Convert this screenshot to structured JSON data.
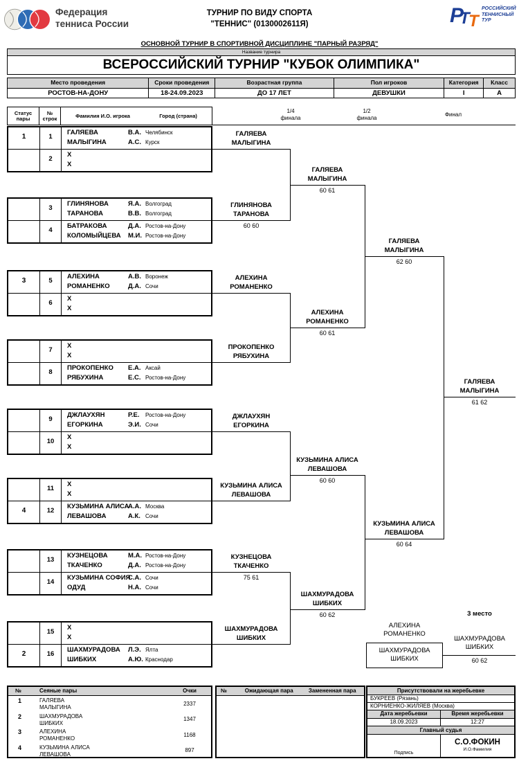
{
  "header": {
    "federation_line1": "Федерация",
    "federation_line2": "тенниса России",
    "center_line1": "ТУРНИР ПО ВИДУ СПОРТА",
    "center_line2": "\"ТЕННИС\" (0130002611Я)",
    "rtt": {
      "p": "Р",
      "t1": "Т",
      "t2": "Т",
      "line1": "РОССИЙСКИЙ",
      "line2": "ТЕННИСНЫЙ",
      "line3": "ТУР"
    },
    "subtitle": "ОСНОВНОЙ ТУРНИР В СПОРТИВНОЙ ДИСЦИПЛИНЕ \"ПАРНЫЙ РАЗРЯД\"",
    "title_label": "Название турнира",
    "title": "ВСЕРОССИЙСКИЙ ТУРНИР \"КУБОК ОЛИМПИКА\""
  },
  "info": {
    "headers": [
      "Место проведения",
      "Сроки проведения",
      "Возрастная группа",
      "Пол игроков",
      "Категория",
      "Класс"
    ],
    "values": [
      "РОСТОВ-НА-ДОНУ",
      "18-24.09.2023",
      "ДО 17 ЛЕТ",
      "ДЕВУШКИ",
      "I",
      "А"
    ]
  },
  "bracket": {
    "header": {
      "status_l1": "Статус",
      "status_l2": "пары",
      "num_l1": "№",
      "num_l2": "строк",
      "name_label": "Фамилия И.О. игрока",
      "city_label": "Город (страна)"
    },
    "rounds": [
      {
        "l1": "1/4",
        "l2": "финала"
      },
      {
        "l1": "1/2",
        "l2": "финала"
      },
      {
        "l1": "Финал",
        "l2": ""
      }
    ],
    "boxes": [
      {
        "rows": [
          {
            "status": "1",
            "num": "1",
            "lines": [
              {
                "name": "ГАЛЯЕВА",
                "ini": "В.А.",
                "city": "Челябинск"
              },
              {
                "name": "МАЛЫГИНА",
                "ini": "А.С.",
                "city": "Курск"
              }
            ]
          },
          {
            "status": "",
            "num": "2",
            "lines": [
              {
                "name": "X",
                "ini": "",
                "city": ""
              },
              {
                "name": "X",
                "ini": "",
                "city": ""
              }
            ]
          }
        ]
      },
      {
        "rows": [
          {
            "status": "",
            "num": "3",
            "lines": [
              {
                "name": "ГЛИНЯНОВА",
                "ini": "Я.А.",
                "city": "Волгоград"
              },
              {
                "name": "ТАРАНОВА",
                "ini": "В.В.",
                "city": "Волгоград"
              }
            ]
          },
          {
            "status": "",
            "num": "4",
            "lines": [
              {
                "name": "БАТРАКОВА",
                "ini": "Д.А.",
                "city": "Ростов-на-Дону"
              },
              {
                "name": "КОЛОМЫЙЦЕВА",
                "ini": "М.И.",
                "city": "Ростов-на-Дону"
              }
            ]
          }
        ]
      },
      {
        "rows": [
          {
            "status": "3",
            "num": "5",
            "lines": [
              {
                "name": "АЛЕХИНА",
                "ini": "А.В.",
                "city": "Воронеж"
              },
              {
                "name": "РОМАНЕНКО",
                "ini": "Д.А.",
                "city": "Сочи"
              }
            ]
          },
          {
            "status": "",
            "num": "6",
            "lines": [
              {
                "name": "X",
                "ini": "",
                "city": ""
              },
              {
                "name": "X",
                "ini": "",
                "city": ""
              }
            ]
          }
        ]
      },
      {
        "rows": [
          {
            "status": "",
            "num": "7",
            "lines": [
              {
                "name": "X",
                "ini": "",
                "city": ""
              },
              {
                "name": "X",
                "ini": "",
                "city": ""
              }
            ]
          },
          {
            "status": "",
            "num": "8",
            "lines": [
              {
                "name": "ПРОКОПЕНКО",
                "ini": "Е.А.",
                "city": "Аксай"
              },
              {
                "name": "РЯБУХИНА",
                "ini": "Е.С.",
                "city": "Ростов-на-Дону"
              }
            ]
          }
        ]
      },
      {
        "rows": [
          {
            "status": "",
            "num": "9",
            "lines": [
              {
                "name": "ДЖЛАУХЯН",
                "ini": "Р.Е.",
                "city": "Ростов-на-Дону"
              },
              {
                "name": "ЕГОРКИНА",
                "ini": "Э.И.",
                "city": "Сочи"
              }
            ]
          },
          {
            "status": "",
            "num": "10",
            "lines": [
              {
                "name": "X",
                "ini": "",
                "city": ""
              },
              {
                "name": "X",
                "ini": "",
                "city": ""
              }
            ]
          }
        ]
      },
      {
        "rows": [
          {
            "status": "",
            "num": "11",
            "lines": [
              {
                "name": "X",
                "ini": "",
                "city": ""
              },
              {
                "name": "X",
                "ini": "",
                "city": ""
              }
            ]
          },
          {
            "status": "4",
            "num": "12",
            "lines": [
              {
                "name": "КУЗЬМИНА АЛИСА",
                "ini": "А.А.",
                "city": "Москва"
              },
              {
                "name": "ЛЕВАШОВА",
                "ini": "А.К.",
                "city": "Сочи"
              }
            ]
          }
        ]
      },
      {
        "rows": [
          {
            "status": "",
            "num": "13",
            "lines": [
              {
                "name": "КУЗНЕЦОВА",
                "ini": "М.А.",
                "city": "Ростов-на-Дону"
              },
              {
                "name": "ТКАЧЕНКО",
                "ini": "Д.А.",
                "city": "Ростов-на-Дону"
              }
            ]
          },
          {
            "status": "",
            "num": "14",
            "lines": [
              {
                "name": "КУЗЬМИНА СОФИЯ",
                "ini": "С.А.",
                "city": "Сочи"
              },
              {
                "name": "ОДУД",
                "ini": "Н.А.",
                "city": "Сочи"
              }
            ]
          }
        ]
      },
      {
        "rows": [
          {
            "status": "",
            "num": "15",
            "lines": [
              {
                "name": "X",
                "ini": "",
                "city": ""
              },
              {
                "name": "X",
                "ini": "",
                "city": ""
              }
            ]
          },
          {
            "status": "2",
            "num": "16",
            "lines": [
              {
                "name": "ШАХМУРАДОВА",
                "ini": "Л.Э.",
                "city": "Ялта"
              },
              {
                "name": "ШИБКИХ",
                "ini": "А.Ю.",
                "city": "Краснодар"
              }
            ]
          }
        ]
      }
    ],
    "r16": [
      {
        "l1": "ГАЛЯЕВА",
        "l2": "МАЛЫГИНА",
        "score": ""
      },
      {
        "l1": "ГЛИНЯНОВА",
        "l2": "ТАРАНОВА",
        "score": "60 60"
      },
      {
        "l1": "АЛЕХИНА",
        "l2": "РОМАНЕНКО",
        "score": ""
      },
      {
        "l1": "ПРОКОПЕНКО",
        "l2": "РЯБУХИНА",
        "score": ""
      },
      {
        "l1": "ДЖЛАУХЯН",
        "l2": "ЕГОРКИНА",
        "score": ""
      },
      {
        "l1": "КУЗЬМИНА АЛИСА",
        "l2": "ЛЕВАШОВА",
        "score": ""
      },
      {
        "l1": "КУЗНЕЦОВА",
        "l2": "ТКАЧЕНКО",
        "score": "75 61"
      },
      {
        "l1": "ШАХМУРАДОВА",
        "l2": "ШИБКИХ",
        "score": ""
      }
    ],
    "qf": [
      {
        "l1": "ГАЛЯЕВА",
        "l2": "МАЛЫГИНА",
        "score": "60 61"
      },
      {
        "l1": "АЛЕХИНА",
        "l2": "РОМАНЕНКО",
        "score": "60 61"
      },
      {
        "l1": "КУЗЬМИНА АЛИСА",
        "l2": "ЛЕВАШОВА",
        "score": "60 60"
      },
      {
        "l1": "ШАХМУРАДОВА",
        "l2": "ШИБКИХ",
        "score": "60 62"
      }
    ],
    "sf": [
      {
        "l1": "ГАЛЯЕВА",
        "l2": "МАЛЫГИНА",
        "score": "62 60"
      },
      {
        "l1": "КУЗЬМИНА АЛИСА",
        "l2": "ЛЕВАШОВА",
        "score": "60 64"
      }
    ],
    "final": {
      "l1": "ГАЛЯЕВА",
      "l2": "МАЛЫГИНА",
      "score": "61 62"
    },
    "third": {
      "label": "3 место",
      "a_l1": "АЛЕХИНА",
      "a_l2": "РОМАНЕНКО",
      "b_l1": "ШАХМУРАДОВА",
      "b_l2": "ШИБКИХ",
      "w_l1": "ШАХМУРАДОВА",
      "w_l2": "ШИБКИХ",
      "score": "60 62"
    }
  },
  "footer": {
    "seeded": {
      "col_num": "№",
      "col_pairs": "Сеяные пары",
      "col_points": "Очки",
      "rows": [
        {
          "num": "1",
          "l1": "ГАЛЯЕВА",
          "l2": "МАЛЫГИНА",
          "points": "2337"
        },
        {
          "num": "2",
          "l1": "ШАХМУРАДОВА",
          "l2": "ШИБКИХ",
          "points": "1347"
        },
        {
          "num": "3",
          "l1": "АЛЕХИНА",
          "l2": "РОМАНЕНКО",
          "points": "1168"
        },
        {
          "num": "4",
          "l1": "КУЗЬМИНА АЛИСА",
          "l2": "ЛЕВАШОВА",
          "points": "897"
        }
      ]
    },
    "waiting": {
      "col_num": "№",
      "col_wait": "Ожидающая пара",
      "col_repl": "Замененная пара"
    },
    "draw": {
      "title": "Присутствовали на жеребьевке",
      "attendee1": "БУКРЕЕВ (Рязань)",
      "attendee2": "КОРНИЕНКО-ЖИЛЯЕВ (Москва)",
      "date_label": "Дата жеребьевки",
      "time_label": "Время жеребьевки",
      "date": "18.09.2023",
      "time": "12:27",
      "referee_label": "Главный судья",
      "sign_label": "Подпись",
      "referee": "С.О.ФОКИН",
      "referee_sub": "И.О.Фамилия"
    }
  }
}
